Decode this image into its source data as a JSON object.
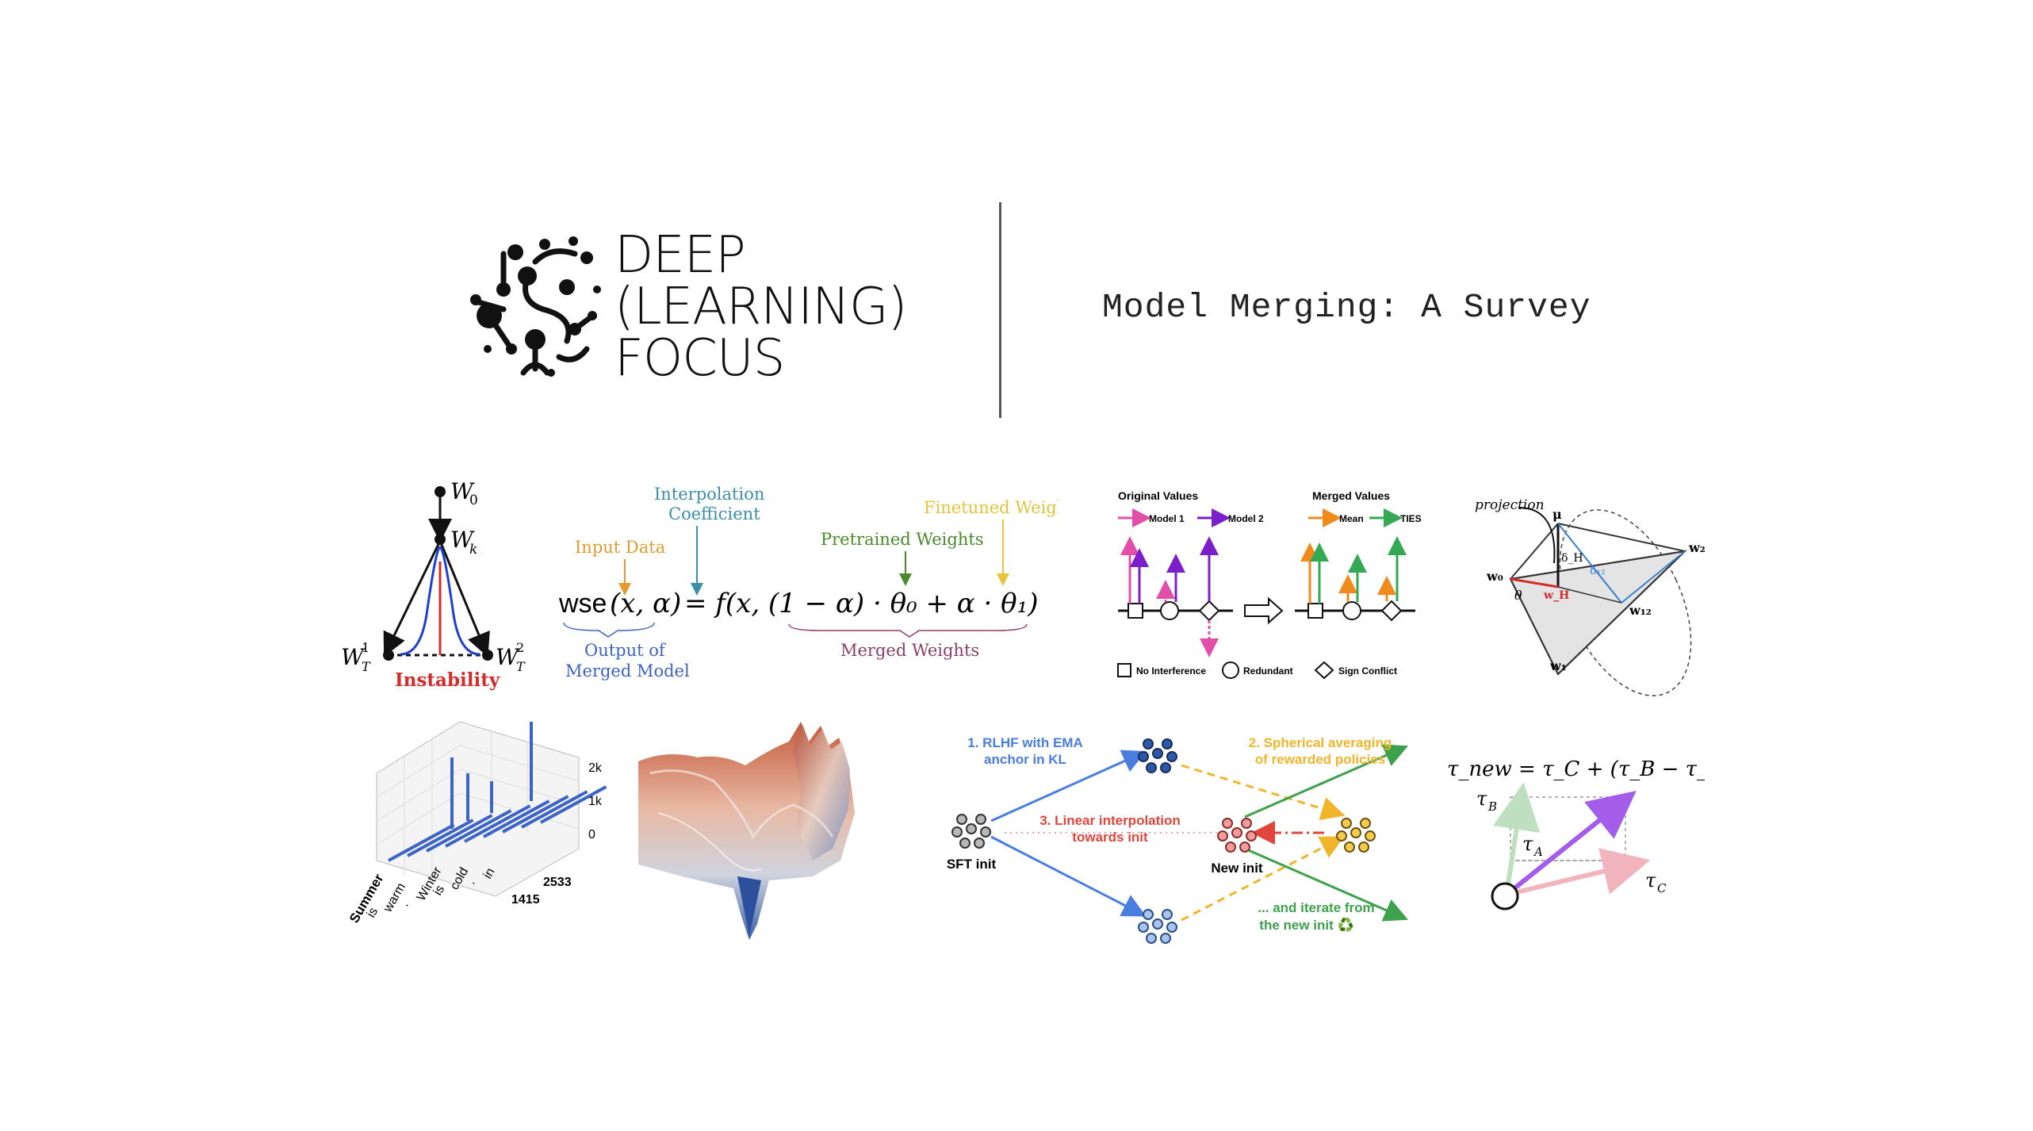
{
  "header": {
    "logo_icon": "neural-node-logo-icon",
    "brand_lines": [
      "DEEP",
      "(LEARNING)",
      "FOCUS"
    ],
    "title": "Model Merging: A Survey"
  },
  "fig_instability": {
    "w0": "W",
    "w0_sub": "0",
    "wk": "W",
    "wk_sub": "k",
    "wt_left": "W",
    "wt_left_sup": "1",
    "wt_left_sub": "T",
    "wt_right": "W",
    "wt_right_sup": "2",
    "wt_right_sub": "T",
    "caption": "Instability",
    "colors": {
      "curve": "#1f3fd1",
      "caption": "#d42b2b"
    }
  },
  "fig_wse": {
    "interp_label": "Interpolation\nCoefficient",
    "input_label": "Input Data",
    "finetuned_label": "Finetuned Weights",
    "pretrained_label": "Pretrained  Weights",
    "output_label": "Output of\nMerged Model",
    "merged_label": "Merged Weights",
    "equation_fn": "wse",
    "equation_args": "(x, α)",
    "equation_rhs": "= f(x, (1 − α) · θ₀ + α · θ₁)",
    "colors": {
      "interp": "#3b8fa8",
      "input": "#e39b2e",
      "finetuned": "#e7c23b",
      "pretrained": "#4a8a2a",
      "output": "#3d63c4",
      "merged": "#8c3e67"
    }
  },
  "fig_ties": {
    "original_title": "Original Values",
    "merged_title": "Merged Values",
    "legend_model1": "Model 1",
    "legend_model2": "Model 2",
    "legend_mean": "Mean",
    "legend_ties": "TIES",
    "key_no_interference": "No Interference",
    "key_redundant": "Redundant",
    "key_sign_conflict": "Sign Conflict",
    "colors": {
      "model1": "#e14fa9",
      "model2": "#7b1fc9",
      "mean": "#f08a1c",
      "ties": "#35a853"
    }
  },
  "fig_projection": {
    "projection_label": "projection",
    "mu": "μ",
    "w0": "w₀",
    "w1": "w₁",
    "w2": "w₂",
    "w12": "w₁₂",
    "wH": "w_H",
    "delta_H": "δ_H",
    "delta_12": "δ₁₂",
    "theta": "θ"
  },
  "fig_bars3d": {
    "z_ticks": [
      "2k",
      "1k",
      "0"
    ],
    "y_ticks": [
      "2533",
      "1415"
    ],
    "x_ticks": [
      "Summer",
      "is",
      "warm",
      ".",
      "Winter",
      "is",
      "cold",
      ".",
      "in"
    ],
    "color": "#3c63c6"
  },
  "fig_landscape": {
    "icon": "loss-landscape-surface-icon"
  },
  "fig_warp": {
    "step1": "1. RLHF with EMA\nanchor in KL",
    "step2": "2. Spherical averaging\nof rewarded policies",
    "step3": "3. Linear interpolation\ntowards init",
    "step4": "... and iterate from\nthe new init ♻️",
    "sft_label": "SFT init",
    "new_label": "New init",
    "colors": {
      "step1": "#4a7de0",
      "step2": "#f0b52a",
      "step3": "#e0463b",
      "step4": "#3ea24d"
    }
  },
  "fig_task_arith": {
    "equation": "τ_new = τ_C + (τ_B − τ_A)",
    "tau_b": "τ",
    "tau_b_sub": "B",
    "tau_a": "τ",
    "tau_a_sub": "A",
    "tau_c": "τ",
    "tau_c_sub": "C",
    "colors": {
      "b": "#bfe0c0",
      "c": "#f2b4bd",
      "new": "#a35de8"
    }
  }
}
